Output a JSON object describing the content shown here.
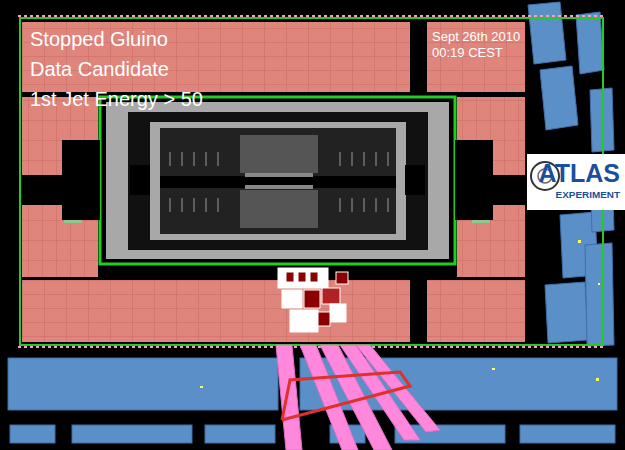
{
  "diagram": {
    "labels": [
      "Stopped Gluino",
      "Data Candidate",
      "1st Jet Energy > 50",
      "Sept 26th 2010",
      "00:19 CEST",
      "ATLAS",
      "EXPERIMENT"
    ]
  }
}
